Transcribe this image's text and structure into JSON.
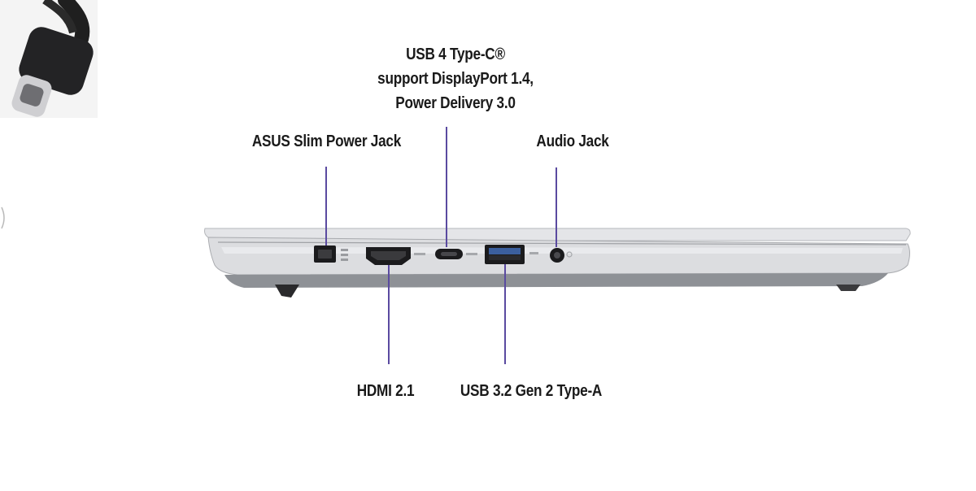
{
  "colors": {
    "leader_line": "#5a4aa0",
    "chassis_light": "#e9eaec",
    "chassis_mid": "#c9cbcf",
    "chassis_dark": "#8c8f94",
    "port_black": "#1b1b1d"
  },
  "ports": [
    {
      "id": "power-jack",
      "label": "ASUS Slim Power Jack"
    },
    {
      "id": "hdmi",
      "label": "HDMI 2.1"
    },
    {
      "id": "usb-c",
      "label_lines": [
        "USB 4 Type-C®",
        "support DisplayPort 1.4,",
        "Power Delivery 3.0"
      ]
    },
    {
      "id": "usb-a",
      "label": "USB 3.2 Gen 2 Type-A"
    },
    {
      "id": "audio-jack",
      "label": "Audio Jack"
    }
  ],
  "inset_photo": {
    "icon": "usb-c-connector-icon"
  }
}
